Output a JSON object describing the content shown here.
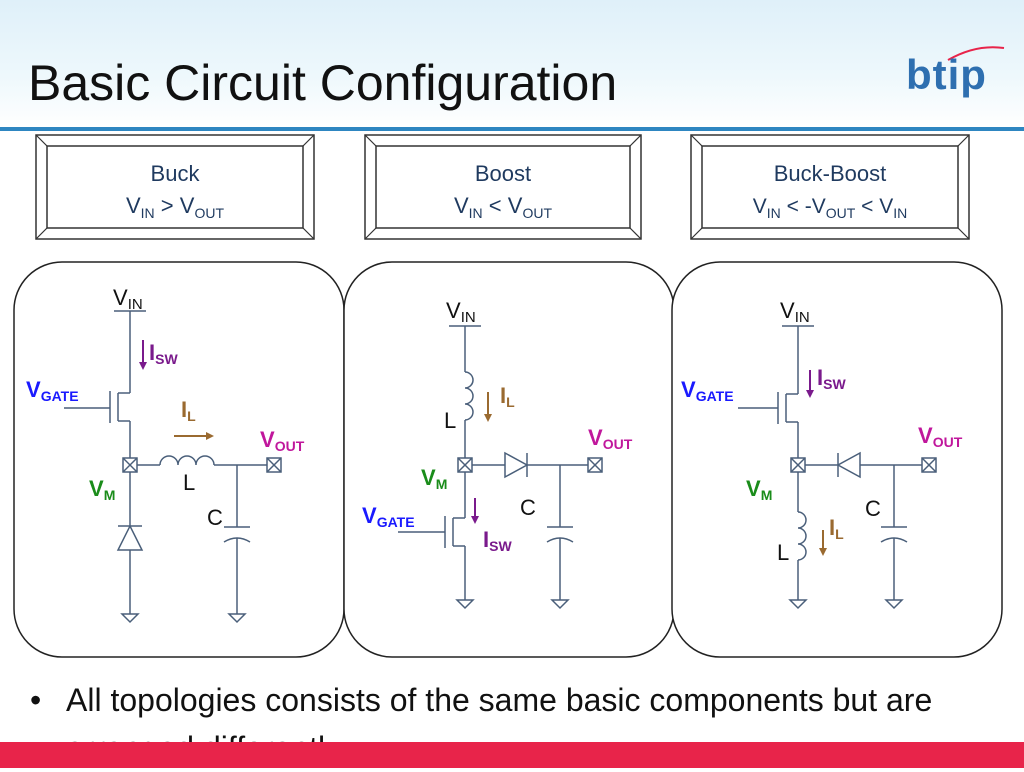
{
  "title": "Basic Circuit Configuration",
  "logo": {
    "text": "btip",
    "text_color": "#2e6fb0",
    "accent_color": "#e8244a"
  },
  "colors": {
    "header_rule": "#2e86c1",
    "bottom_bar": "#e8244a",
    "gate_label": "#1a1aff",
    "node_label": "#1a8c1a",
    "output_label": "#c0179c",
    "current_sw": "#7a1a8c",
    "current_l": "#9a6a30",
    "wire": "#4a5f7a"
  },
  "labels": {
    "gate": "GATE",
    "m": "M",
    "out": "OUT",
    "in": "IN",
    "sw": "SW",
    "l_sub": "L"
  },
  "panels": [
    {
      "name": "Buck",
      "relation": {
        "a": "V",
        "a_sub": "IN",
        "op": " > ",
        "b": "V",
        "b_sub": "OUT",
        "c": "",
        "c_sub": ""
      },
      "components": {
        "inductor": "L",
        "capacitor": "C"
      }
    },
    {
      "name": "Boost",
      "relation": {
        "a": "V",
        "a_sub": "IN",
        "op": " < ",
        "b": "V",
        "b_sub": "OUT",
        "c": "",
        "c_sub": ""
      },
      "components": {
        "inductor": "L",
        "capacitor": "C"
      }
    },
    {
      "name": "Buck-Boost",
      "relation": {
        "a": "V",
        "a_sub": "IN",
        "op": " < -",
        "b": "V",
        "b_sub": "OUT",
        "op2": " < ",
        "c": "V",
        "c_sub": "IN"
      },
      "components": {
        "inductor": "L",
        "capacitor": "C"
      }
    }
  ],
  "bullet": "All topologies consists of the same basic components but are arranged differently"
}
